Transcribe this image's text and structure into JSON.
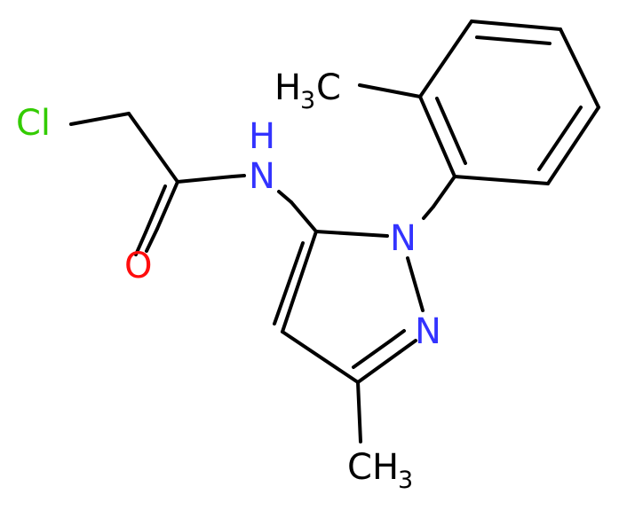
{
  "molecule": {
    "labels": {
      "cl": "Cl",
      "nh": "N",
      "nh_h": "H",
      "o": "O",
      "n1": "N",
      "n2": "N",
      "ch3_top_h": "H",
      "ch3_top_sub": "3",
      "ch3_top_c": "C",
      "ch3_bottom_c": "C",
      "ch3_bottom_h": "H",
      "ch3_bottom_sub": "3"
    },
    "colors": {
      "carbon_bond": "#000000",
      "chlorine": "#33cc00",
      "nitrogen": "#3333ff",
      "oxygen": "#ff0d0d",
      "text": "#000000"
    }
  }
}
